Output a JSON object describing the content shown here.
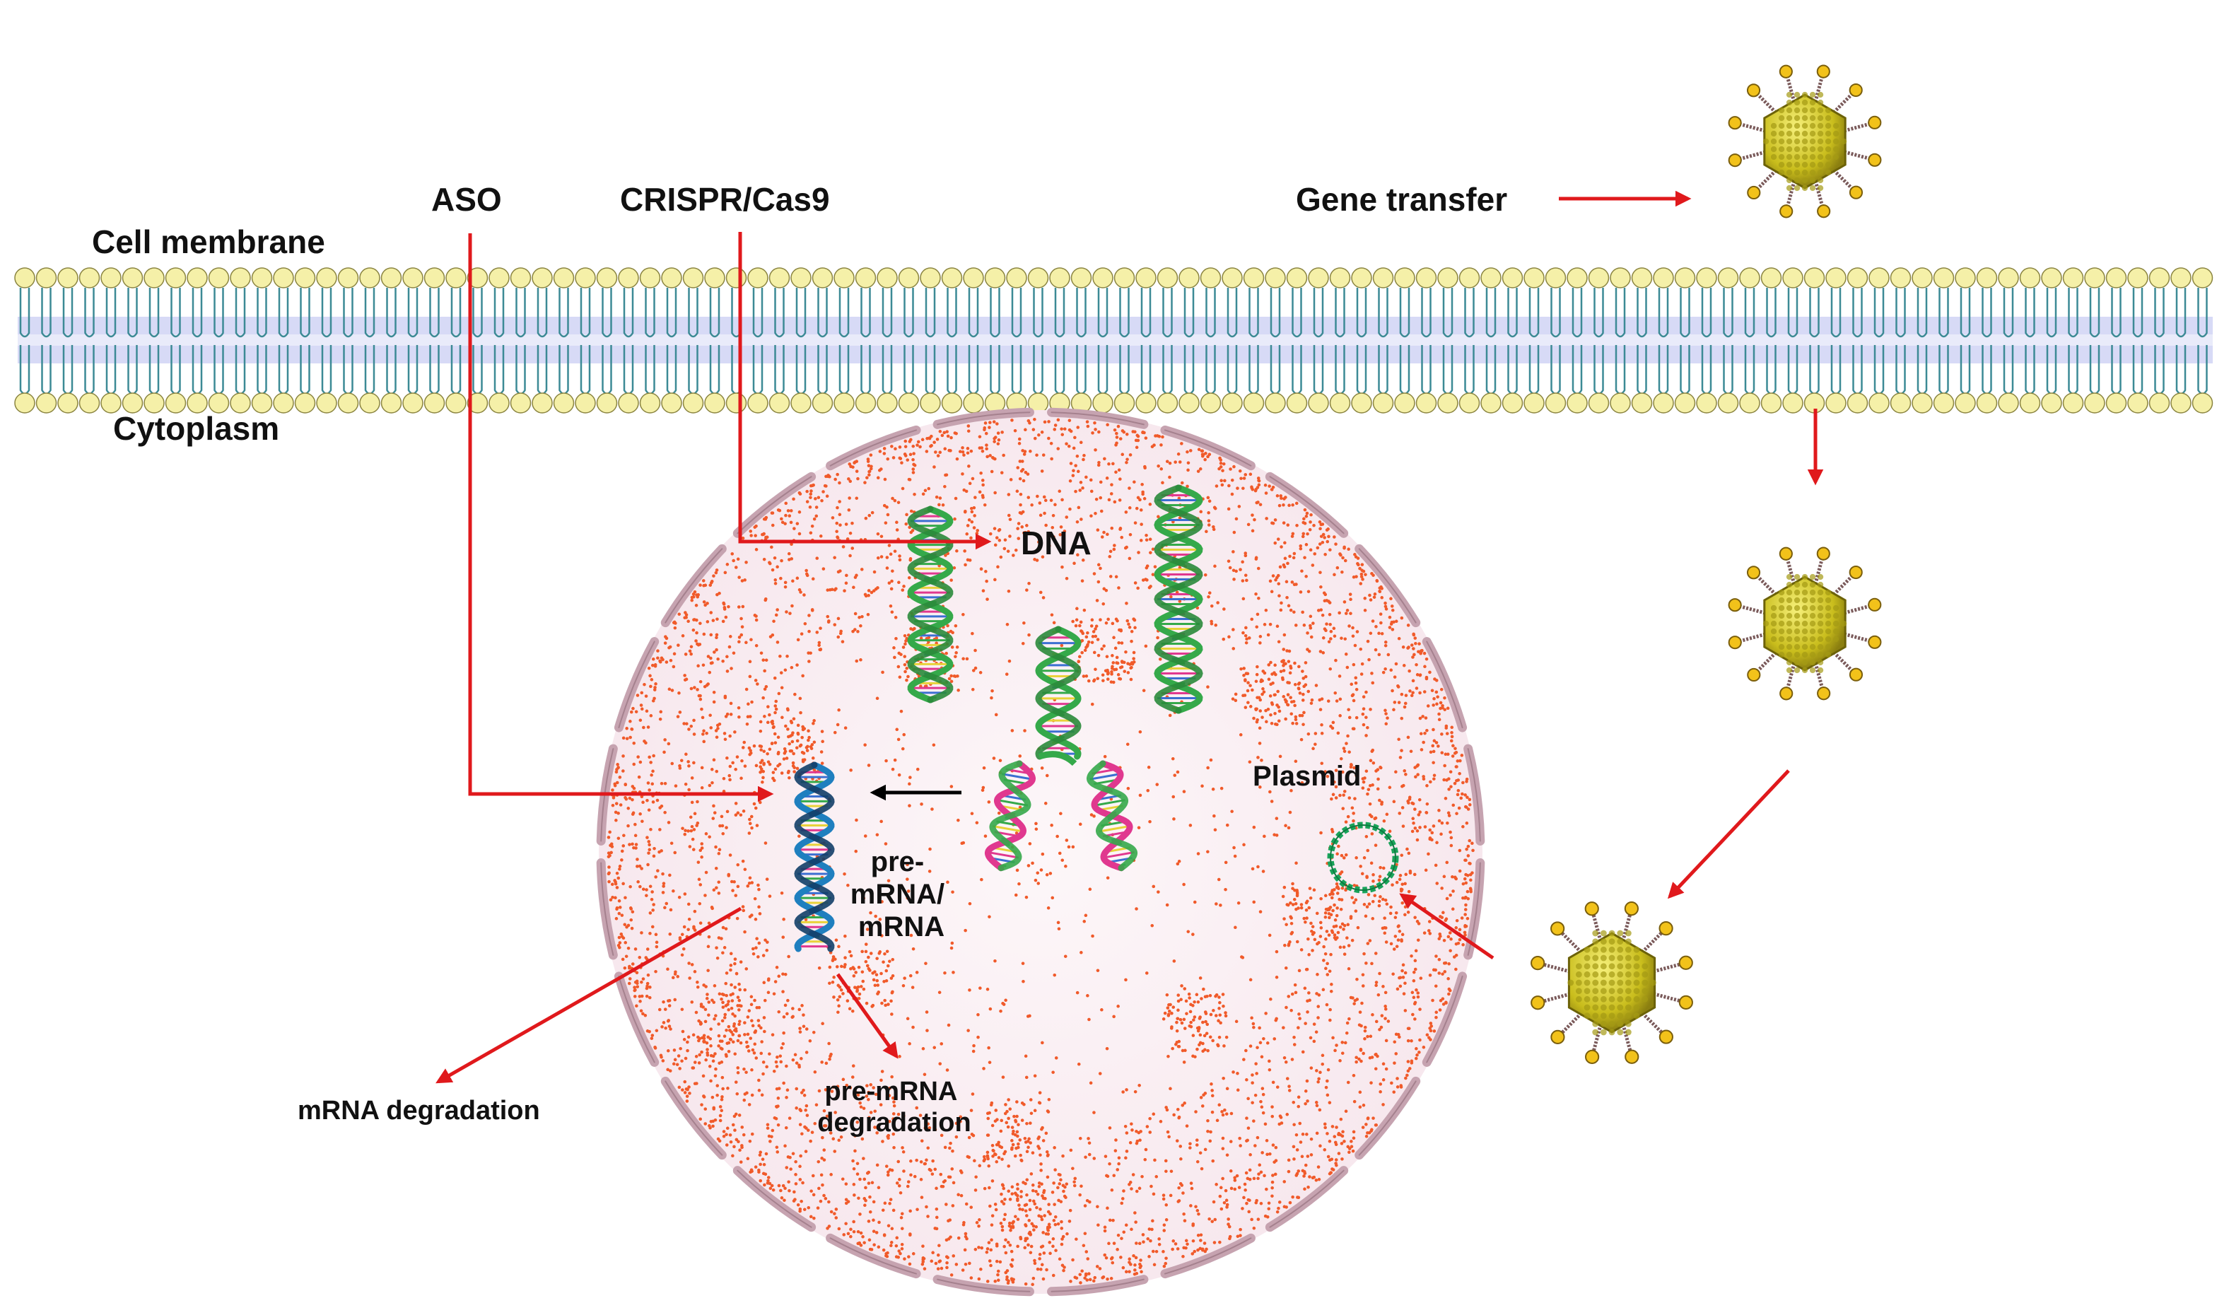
{
  "labels": {
    "cell_membrane": "Cell membrane",
    "cytoplasm": "Cytoplasm",
    "aso": "ASO",
    "crispr": "CRISPR/Cas9",
    "gene_transfer": "Gene transfer",
    "dna": "DNA",
    "plasmid": "Plasmid",
    "pre_mrna_lines": [
      "pre-",
      "mRNA/",
      "mRNA"
    ],
    "mrna_degradation": "mRNA degradation",
    "pre_mrna_degradation_lines": [
      "pre-mRNA",
      "degradation"
    ]
  },
  "colors": {
    "arrow_red": "#e0191c",
    "arrow_black": "#000000",
    "lipid_head": "#f5f0a8",
    "lipid_tail": "#3c8a95",
    "membrane_band": "#c9cdf3",
    "nucleus_fill": "#fbf0f3",
    "nucleus_border": "#c6a3b0",
    "chromatin_dots": "#f05a2a",
    "dna_green": "#35a94a",
    "dna_pink": "#e0388f",
    "rna_blue": "#1f7fbf",
    "plasmid_green": "#1aa35a",
    "virus_body": "#d8cf2a",
    "virus_spike": "#7a5a5a"
  },
  "icons": [
    "virus-particle-icon",
    "dna-helix-icon",
    "rna-strand-icon",
    "plasmid-ring-icon",
    "lipid-bilayer-icon"
  ]
}
